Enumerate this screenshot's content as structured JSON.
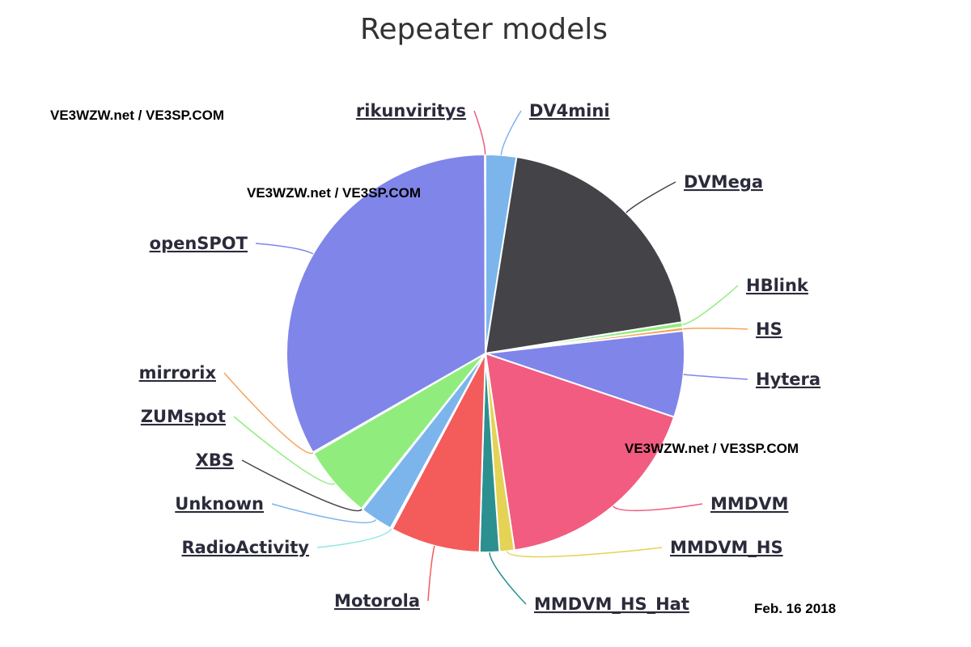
{
  "chart_data": {
    "type": "pie",
    "title": "Repeater models",
    "start_angle_deg": 0,
    "slices": [
      {
        "label": "DV4mini",
        "value": 2.5,
        "color": "#7cb5ec"
      },
      {
        "label": "DVMega",
        "value": 20.0,
        "color": "#434348"
      },
      {
        "label": "HBlink",
        "value": 0.4,
        "color": "#90ed7d"
      },
      {
        "label": "HS",
        "value": 0.3,
        "color": "#f7a35c"
      },
      {
        "label": "Hytera",
        "value": 7.0,
        "color": "#8085e9"
      },
      {
        "label": "MMDVM",
        "value": 17.5,
        "color": "#f15c80"
      },
      {
        "label": "MMDVM_HS",
        "value": 1.2,
        "color": "#e4d354"
      },
      {
        "label": "MMDVM_HS_Hat",
        "value": 1.6,
        "color": "#2b908f"
      },
      {
        "label": "Motorola",
        "value": 7.3,
        "color": "#f45b5b"
      },
      {
        "label": "RadioActivity",
        "value": 0.15,
        "color": "#91e8e1"
      },
      {
        "label": "Unknown",
        "value": 2.7,
        "color": "#7cb5ec"
      },
      {
        "label": "XBS",
        "value": 0.1,
        "color": "#434348"
      },
      {
        "label": "ZUMspot",
        "value": 5.9,
        "color": "#90ed7d"
      },
      {
        "label": "mirrorix",
        "value": 0.1,
        "color": "#f7a35c"
      },
      {
        "label": "openSPOT",
        "value": 33.25,
        "color": "#8085e9"
      },
      {
        "label": "rikunviritys",
        "value": 0.05,
        "color": "#f15c80"
      }
    ]
  },
  "watermarks": {
    "w1": "VE3WZW.net / VE3SP.COM",
    "w2": "VE3WZW.net / VE3SP.COM",
    "w3": "VE3WZW.net / VE3SP.COM"
  },
  "date_stamp": "Feb. 16 2018"
}
